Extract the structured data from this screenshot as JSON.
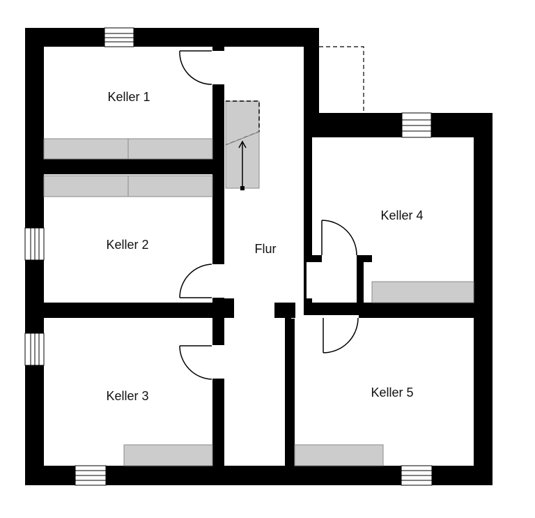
{
  "colors": {
    "wall": "#000000",
    "floor": "#ffffff",
    "furniture": "#cccccc",
    "furniture_stroke": "#8a8a8a",
    "line": "#000000"
  },
  "rooms": [
    {
      "id": "keller-1",
      "label": "Keller 1"
    },
    {
      "id": "keller-2",
      "label": "Keller 2"
    },
    {
      "id": "keller-3",
      "label": "Keller 3"
    },
    {
      "id": "keller-4",
      "label": "Keller 4"
    },
    {
      "id": "keller-5",
      "label": "Keller 5"
    },
    {
      "id": "flur",
      "label": "Flur"
    }
  ],
  "icons": {
    "window": "window-icon",
    "door": "door-swing-icon",
    "stairs": "stairs-icon",
    "shelf": "shelf-icon"
  }
}
